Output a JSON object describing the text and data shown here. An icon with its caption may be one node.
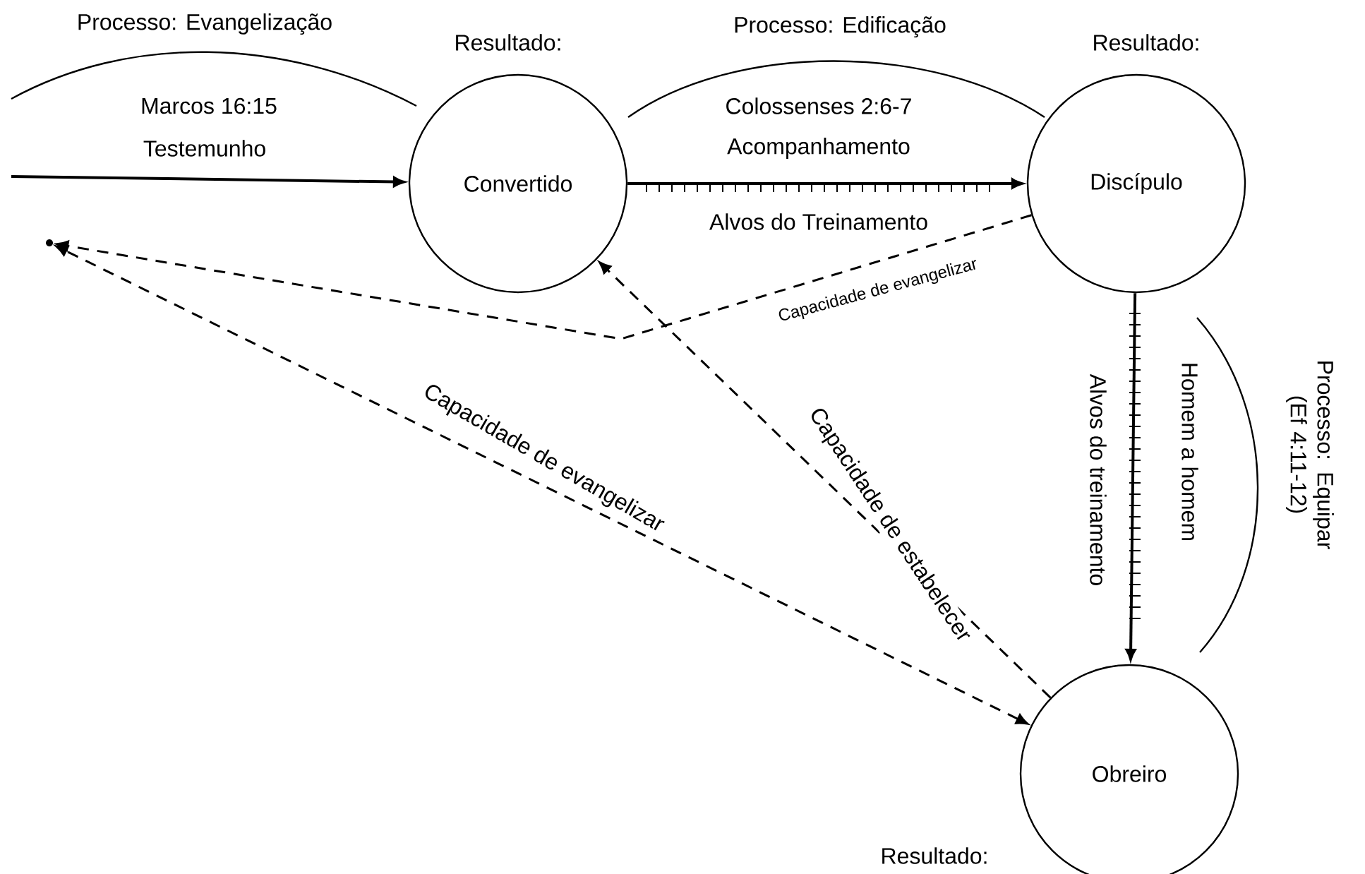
{
  "diagram": {
    "nodes": [
      {
        "text": [
          "Convertido"
        ],
        "beside": [
          "Resultado:"
        ]
      },
      {
        "text": [
          "Discípulo"
        ],
        "beside": [
          "Resultado:"
        ]
      },
      {
        "text": [
          "Obreiro"
        ],
        "beside": [
          "Resultado:"
        ]
      },
      {
        "text": [],
        "shape": "circle"
      }
    ],
    "edges": [
      {
        "from": null,
        "to": 0,
        "arrow": "to",
        "label": "Testemunho"
      },
      {
        "from": 0,
        "to": 1,
        "arrow": "to",
        "label": "Acompanhamento"
      },
      {
        "from": 1,
        "to": 2,
        "arrow": "to",
        "label": "Alvos do treinamento"
      },
      {
        "from": 1,
        "to": 3,
        "arrow": "to",
        "label": "Capacidade de evangelizar",
        "style": "dashed"
      },
      {
        "from": 2,
        "to": 3,
        "arrow": "both",
        "label": "Capacidade de evangelizar",
        "style": "dashed"
      },
      {
        "from": 2,
        "to": 0,
        "arrow": "to",
        "label": "Capacidade de estabelecer",
        "style": "dashed"
      }
    ],
    "labels": [
      "Processo: Evangelização",
      "Marcos 16:15",
      "Processo: Edificação",
      "Colossenses 2:6-7",
      "Alvos do Treinamento",
      "Homem a homem",
      "Processo: Equipar (Ef 4:11-12)"
    ]
  }
}
